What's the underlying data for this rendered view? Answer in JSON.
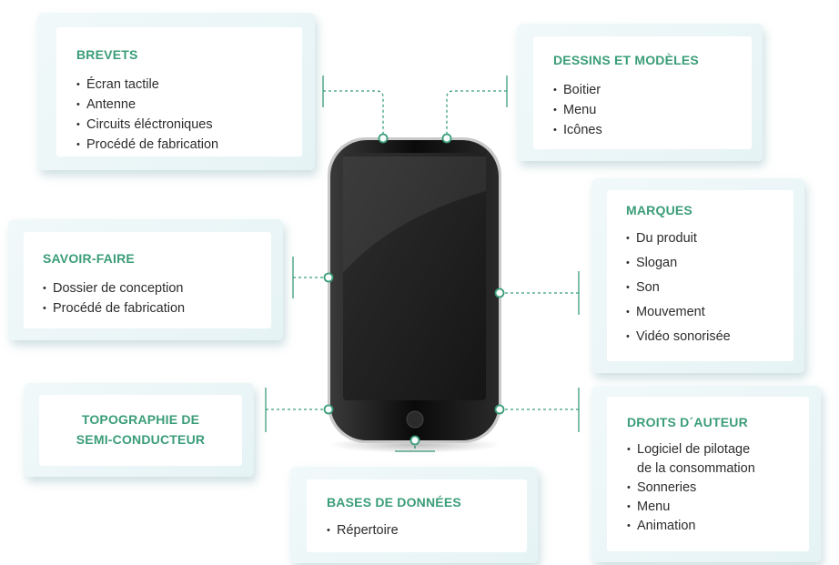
{
  "cards": {
    "brevets": {
      "title": "BREVETS",
      "items": [
        "Écran tactile",
        "Antenne",
        "Circuits éléctroniques",
        "Procédé de fabrication"
      ]
    },
    "dessins": {
      "title": "DESSINS ET MODÈLES",
      "items": [
        "Boitier",
        "Menu",
        "Icônes"
      ]
    },
    "savoir": {
      "title": "SAVOIR-FAIRE",
      "items": [
        "Dossier de conception",
        "Procédé de fabrication"
      ]
    },
    "marques": {
      "title": "MARQUES",
      "items": [
        "Du produit",
        "Slogan",
        "Son",
        "Mouvement",
        "Vidéo sonorisée"
      ]
    },
    "topo": {
      "title_line1": "TOPOGRAPHIE DE",
      "title_line2": "SEMI-CONDUCTEUR"
    },
    "droits": {
      "title": "DROITS D´AUTEUR",
      "items": [
        "Logiciel de pilotage",
        "de la consommation",
        "Sonneries",
        "Menu",
        "Animation"
      ]
    },
    "bases": {
      "title": "BASES DE DONNÉES",
      "items": [
        "Répertoire"
      ]
    }
  },
  "colors": {
    "accent": "#3a9d78",
    "card_bg": "#e8f4f6",
    "phone_body": "#111111",
    "screen": "#222222"
  }
}
